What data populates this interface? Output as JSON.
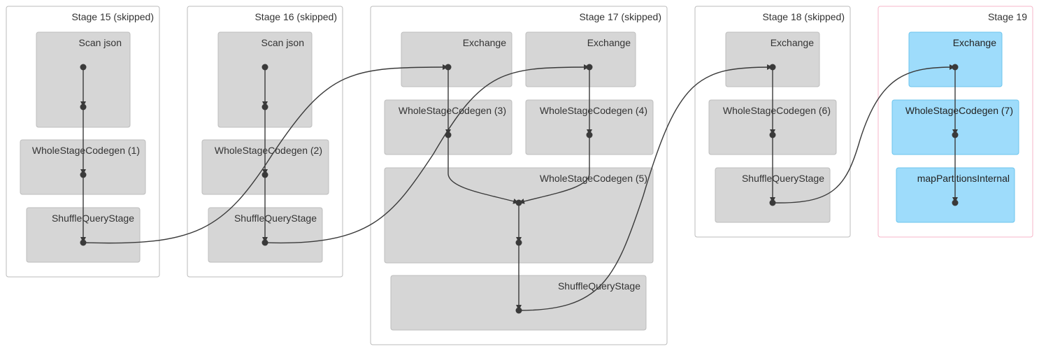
{
  "stages": [
    {
      "id": "stage15",
      "title": "Stage 15 (skipped)",
      "active": false
    },
    {
      "id": "stage16",
      "title": "Stage 16 (skipped)",
      "active": false
    },
    {
      "id": "stage17",
      "title": "Stage 17 (skipped)",
      "active": false
    },
    {
      "id": "stage18",
      "title": "Stage 18 (skipped)",
      "active": false
    },
    {
      "id": "stage19",
      "title": "Stage 19",
      "active": true
    }
  ],
  "operators": [
    {
      "id": "s15-scan",
      "stage": "stage15",
      "label": "Scan json"
    },
    {
      "id": "s15-wsc1",
      "stage": "stage15",
      "label": "WholeStageCodegen (1)"
    },
    {
      "id": "s15-shuffle",
      "stage": "stage15",
      "label": "ShuffleQueryStage"
    },
    {
      "id": "s16-scan",
      "stage": "stage16",
      "label": "Scan json"
    },
    {
      "id": "s16-wsc2",
      "stage": "stage16",
      "label": "WholeStageCodegen (2)"
    },
    {
      "id": "s16-shuffle",
      "stage": "stage16",
      "label": "ShuffleQueryStage"
    },
    {
      "id": "s17-exchange-a",
      "stage": "stage17",
      "label": "Exchange"
    },
    {
      "id": "s17-exchange-b",
      "stage": "stage17",
      "label": "Exchange"
    },
    {
      "id": "s17-wsc3",
      "stage": "stage17",
      "label": "WholeStageCodegen (3)"
    },
    {
      "id": "s17-wsc4",
      "stage": "stage17",
      "label": "WholeStageCodegen (4)"
    },
    {
      "id": "s17-wsc5",
      "stage": "stage17",
      "label": "WholeStageCodegen (5)"
    },
    {
      "id": "s17-shuffle",
      "stage": "stage17",
      "label": "ShuffleQueryStage"
    },
    {
      "id": "s18-exchange",
      "stage": "stage18",
      "label": "Exchange"
    },
    {
      "id": "s18-wsc6",
      "stage": "stage18",
      "label": "WholeStageCodegen (6)"
    },
    {
      "id": "s18-shuffle",
      "stage": "stage18",
      "label": "ShuffleQueryStage"
    },
    {
      "id": "s19-exchange",
      "stage": "stage19",
      "label": "Exchange"
    },
    {
      "id": "s19-wsc7",
      "stage": "stage19",
      "label": "WholeStageCodegen (7)"
    },
    {
      "id": "s19-mappart",
      "stage": "stage19",
      "label": "mapPartitionsInternal"
    }
  ],
  "edges": [
    [
      "n15a",
      "n15b"
    ],
    [
      "n15b",
      "n15c"
    ],
    [
      "n15c",
      "n15d"
    ],
    [
      "n16a",
      "n16b"
    ],
    [
      "n16b",
      "n16c"
    ],
    [
      "n16c",
      "n16d"
    ],
    [
      "n15d",
      "n17a"
    ],
    [
      "n16d",
      "n17b"
    ],
    [
      "n17a",
      "n17c"
    ],
    [
      "n17b",
      "n17d"
    ],
    [
      "n17c",
      "n17e"
    ],
    [
      "n17d",
      "n17e"
    ],
    [
      "n17e",
      "n17f"
    ],
    [
      "n17f",
      "n17g"
    ],
    [
      "n17g",
      "n18a"
    ],
    [
      "n18a",
      "n18b"
    ],
    [
      "n18b",
      "n18c"
    ],
    [
      "n18c",
      "n19a"
    ],
    [
      "n19a",
      "n19b"
    ],
    [
      "n19b",
      "n19c"
    ]
  ],
  "colors": {
    "stage_border": "#bbbbbb",
    "active_stage_border": "#f7b6c8",
    "node_fill": "#d6d6d6",
    "node_border": "#bdbdbd",
    "active_node_fill": "#9edcfb",
    "active_node_border": "#6cc5ee",
    "edge": "#3a3a3a",
    "dot": "#3a3a3a"
  }
}
